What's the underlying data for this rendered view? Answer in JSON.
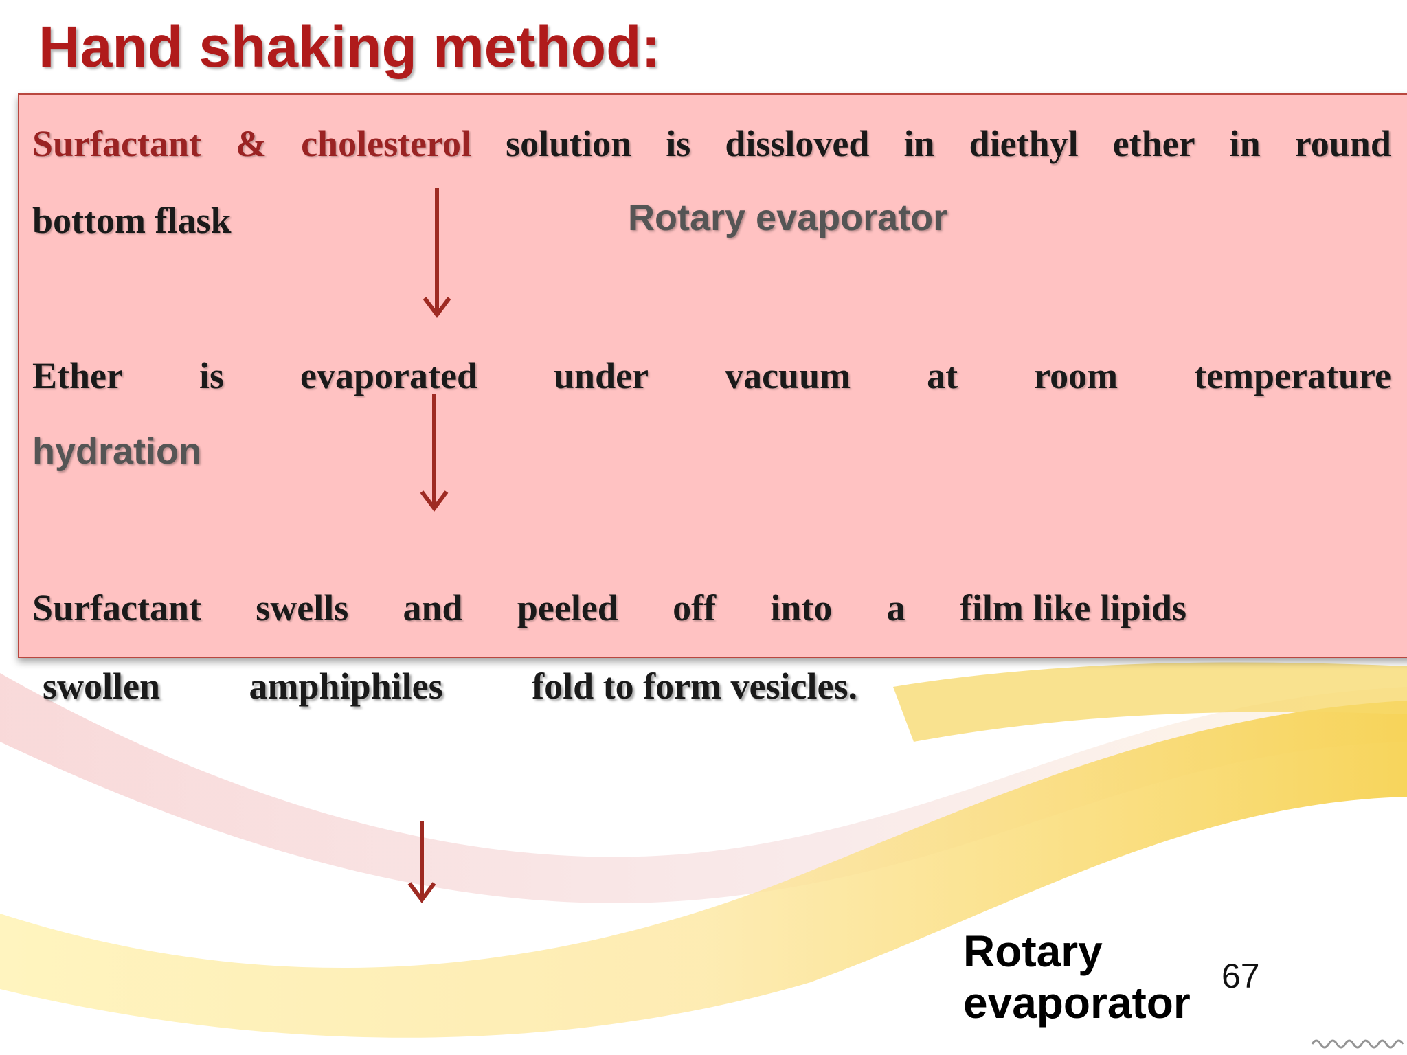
{
  "slide": {
    "title": "Hand shaking method:",
    "page_number": "67"
  },
  "steps": {
    "s1_surfactant": "Surfactant",
    "s1_amp": "&",
    "s1_cholesterol": "cholesterol",
    "s1_solution": "solution",
    "s1_is": "is",
    "s1_dissloved": "dissloved",
    "s1_in": "in",
    "s1_diethyl": "diethyl",
    "s1_ether": "ether",
    "s1_in2": "in",
    "s1_round": "round",
    "s1_line2": "bottom flask",
    "label_rotary": "Rotary evaporator",
    "s2_ether": "Ether",
    "s2_is": "is",
    "s2_evaporated": "evaporated",
    "s2_under": "under",
    "s2_vacuum": "vacuum",
    "s2_at": "at",
    "s2_room": "room",
    "s2_temperature": "temperature",
    "label_hydration": "hydration",
    "s3_surfactant": "Surfactant",
    "s3_swells": "swells",
    "s3_and": "and",
    "s3_peeled": "peeled",
    "s3_off": "off",
    "s3_into": "into",
    "s3_a": "a",
    "s3_film": "film like lipids",
    "s4_swollen": "swollen",
    "s4_amphiphiles": "amphiphiles",
    "s4_fold": "fold to form vesicles."
  },
  "caption": {
    "line1": "Rotary",
    "line2": "evaporator"
  },
  "colors": {
    "title": "#b01b1b",
    "panel": "#ffc2c2",
    "arrow": "#9e2a22"
  },
  "icons": [
    "down-arrow-icon",
    "down-arrow-icon",
    "down-arrow-icon"
  ]
}
